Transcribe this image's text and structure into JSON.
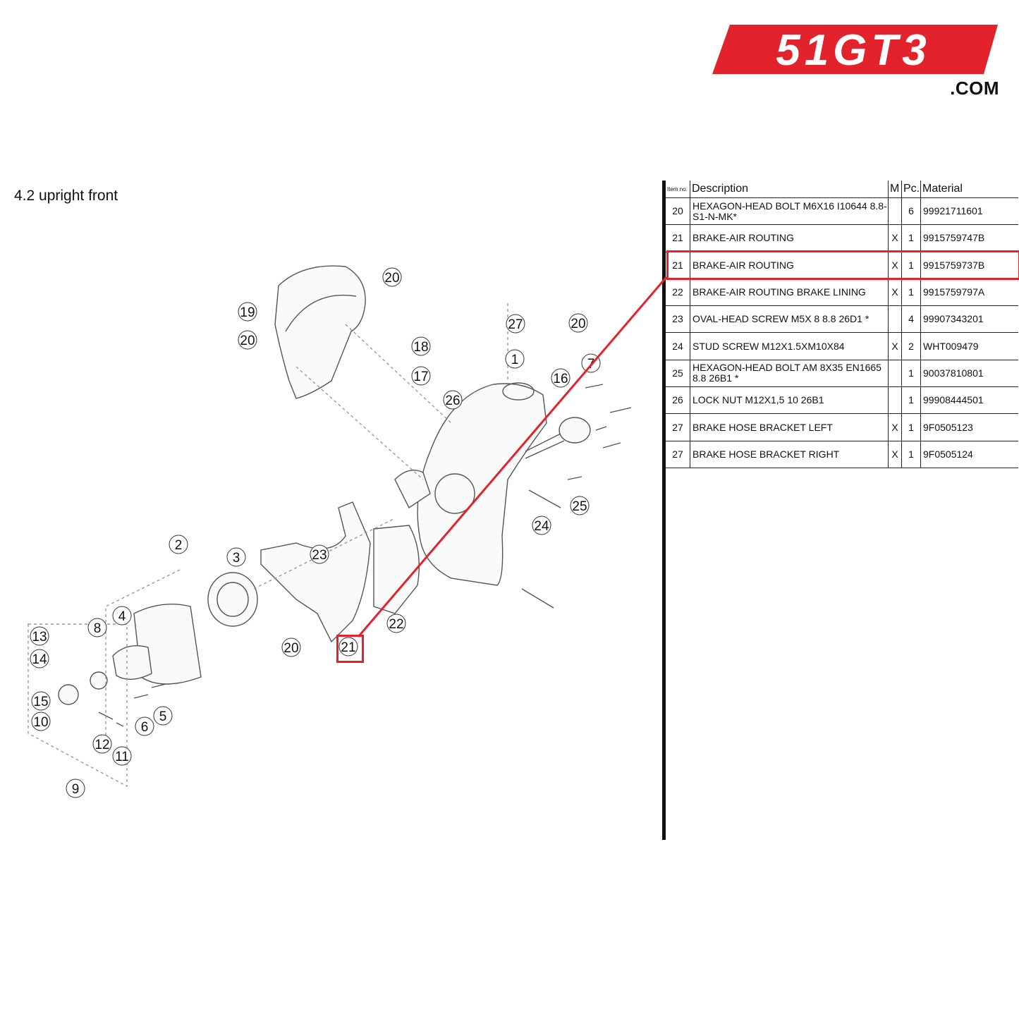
{
  "brand": {
    "logo_text": "51GT3",
    "domain_suffix": ".COM",
    "color": "#e3232b"
  },
  "section": {
    "title": "4.2  upright front"
  },
  "table": {
    "headers": {
      "item": "Item no.",
      "description": "Description",
      "m": "M",
      "pc": "Pc.",
      "material": "Material"
    },
    "rows": [
      {
        "item": "20",
        "description": "HEXAGON-HEAD BOLT M6X16 I10644 8.8-S1-N-MK*",
        "m": "",
        "pc": "6",
        "material": "99921711601"
      },
      {
        "item": "21",
        "description": "BRAKE-AIR ROUTING",
        "m": "X",
        "pc": "1",
        "material": "9915759747B"
      },
      {
        "item": "21",
        "description": "BRAKE-AIR ROUTING",
        "m": "X",
        "pc": "1",
        "material": "9915759737B"
      },
      {
        "item": "22",
        "description": "BRAKE-AIR ROUTING BRAKE LINING",
        "m": "X",
        "pc": "1",
        "material": "9915759797A"
      },
      {
        "item": "23",
        "description": "OVAL-HEAD SCREW M5X 8 8.8 26D1 *",
        "m": "",
        "pc": "4",
        "material": "99907343201"
      },
      {
        "item": "24",
        "description": "STUD SCREW M12X1.5XM10X84",
        "m": "X",
        "pc": "2",
        "material": "WHT009479"
      },
      {
        "item": "25",
        "description": "HEXAGON-HEAD BOLT AM 8X35 EN1665 8.8 26B1 *",
        "m": "",
        "pc": "1",
        "material": "90037810801"
      },
      {
        "item": "26",
        "description": "LOCK NUT M12X1,5 10 26B1",
        "m": "",
        "pc": "1",
        "material": "99908444501"
      },
      {
        "item": "27",
        "description": "BRAKE HOSE BRACKET LEFT",
        "m": "X",
        "pc": "1",
        "material": "9F0505123"
      },
      {
        "item": "27",
        "description": "BRAKE HOSE BRACKET RIGHT",
        "m": "X",
        "pc": "1",
        "material": "9F0505124"
      }
    ],
    "highlighted_row": 2
  },
  "diagram": {
    "highlighted_label": "21",
    "labels": [
      "1",
      "2",
      "3",
      "4",
      "5",
      "6",
      "7",
      "8",
      "9",
      "10",
      "11",
      "12",
      "13",
      "14",
      "15",
      "16",
      "17",
      "18",
      "19",
      "20",
      "20",
      "20",
      "20",
      "21",
      "22",
      "23",
      "24",
      "25",
      "26",
      "27"
    ]
  }
}
